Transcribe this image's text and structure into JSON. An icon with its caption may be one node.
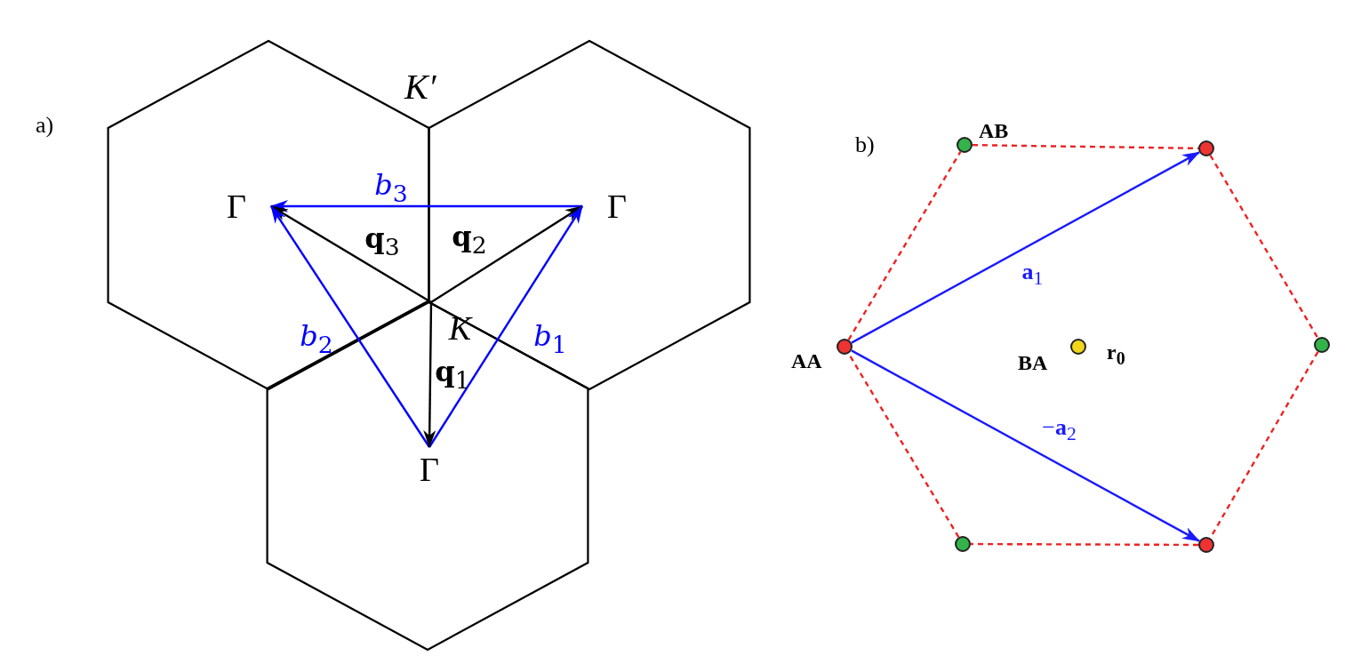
{
  "diagram": {
    "nodes": [
      {
        "text": [
          "Γ"
        ]
      },
      {
        "text": [
          "Γ"
        ]
      },
      {
        "text": [
          "K"
        ]
      },
      {
        "text": [
          "Γ"
        ]
      },
      {
        "text": [],
        "shape": "circle",
        "beside": [
          "AB"
        ]
      },
      {
        "text": [],
        "shape": "circle"
      },
      {
        "text": [],
        "shape": "circle",
        "beside": [
          "AA"
        ]
      },
      {
        "text": [],
        "shape": "circle",
        "beside": [
          "BA",
          "**r**$_{0}$"
        ]
      },
      {
        "text": [],
        "shape": "circle"
      },
      {
        "text": [],
        "shape": "circle"
      },
      {
        "text": [],
        "shape": "circle"
      }
    ],
    "edges": [
      {
        "from": 1,
        "to": 0,
        "arrow": "to",
        "label": "*b*$_{3}$",
        "color": "#0000ff"
      },
      {
        "from": 2,
        "to": 0,
        "arrow": "to",
        "label": "**q**$_{3}$",
        "color": "#000000"
      },
      {
        "from": 2,
        "to": 1,
        "arrow": "to",
        "label": "**q**$_{2}$",
        "color": "#000000"
      },
      {
        "from": 3,
        "to": 1,
        "arrow": "to",
        "label": "*b*$_{1}$",
        "color": "#0000ff"
      },
      {
        "from": 3,
        "to": 0,
        "arrow": "to",
        "label": "*b*$_{2}$",
        "color": "#0000ff"
      },
      {
        "from": 2,
        "to": 3,
        "arrow": "to",
        "label": "**q**$_{1}$",
        "color": "#000000"
      },
      {
        "from": 4,
        "to": 5,
        "arrow": "none",
        "style": "dashed",
        "color": "#ee2222"
      },
      {
        "from": 5,
        "to": 8,
        "arrow": "none",
        "style": "dashed",
        "color": "#ee2222"
      },
      {
        "from": 8,
        "to": 10,
        "arrow": "none",
        "style": "dashed",
        "color": "#ee2222"
      },
      {
        "from": 10,
        "to": 9,
        "arrow": "none",
        "style": "dashed",
        "color": "#ee2222"
      },
      {
        "from": 9,
        "to": 6,
        "arrow": "none",
        "style": "dashed",
        "color": "#ee2222"
      },
      {
        "from": 6,
        "to": 4,
        "arrow": "none",
        "style": "dashed",
        "color": "#ee2222"
      },
      {
        "from": 6,
        "to": 5,
        "arrow": "to",
        "label": "**a**$_{1}$",
        "color": "#1a1aff"
      },
      {
        "from": 6,
        "to": 10,
        "arrow": "to",
        "label": "−**a**$_{2}$",
        "color": "#1a1aff"
      }
    ],
    "labels": [
      "a)",
      "K′",
      "b)"
    ]
  }
}
